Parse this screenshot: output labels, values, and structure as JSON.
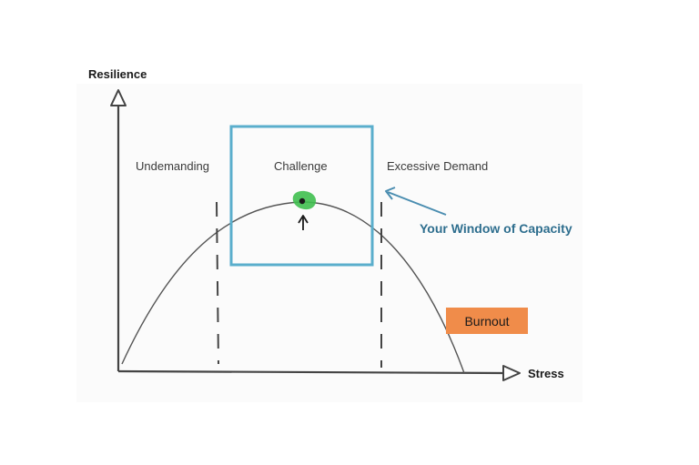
{
  "axes": {
    "y_label": "Resilience",
    "x_label": "Stress"
  },
  "zones": {
    "undemanding": "Undemanding",
    "challenge": "Challenge",
    "excessive": "Excessive Demand"
  },
  "window_label": "Your Window of Capacity",
  "burnout_label": "Burnout",
  "colors": {
    "window_box": "#5aaecc",
    "window_text": "#2e6e8e",
    "burnout_fill": "#f08c4a",
    "peak_marker": "#3fbf4f",
    "curve": "#555555"
  }
}
